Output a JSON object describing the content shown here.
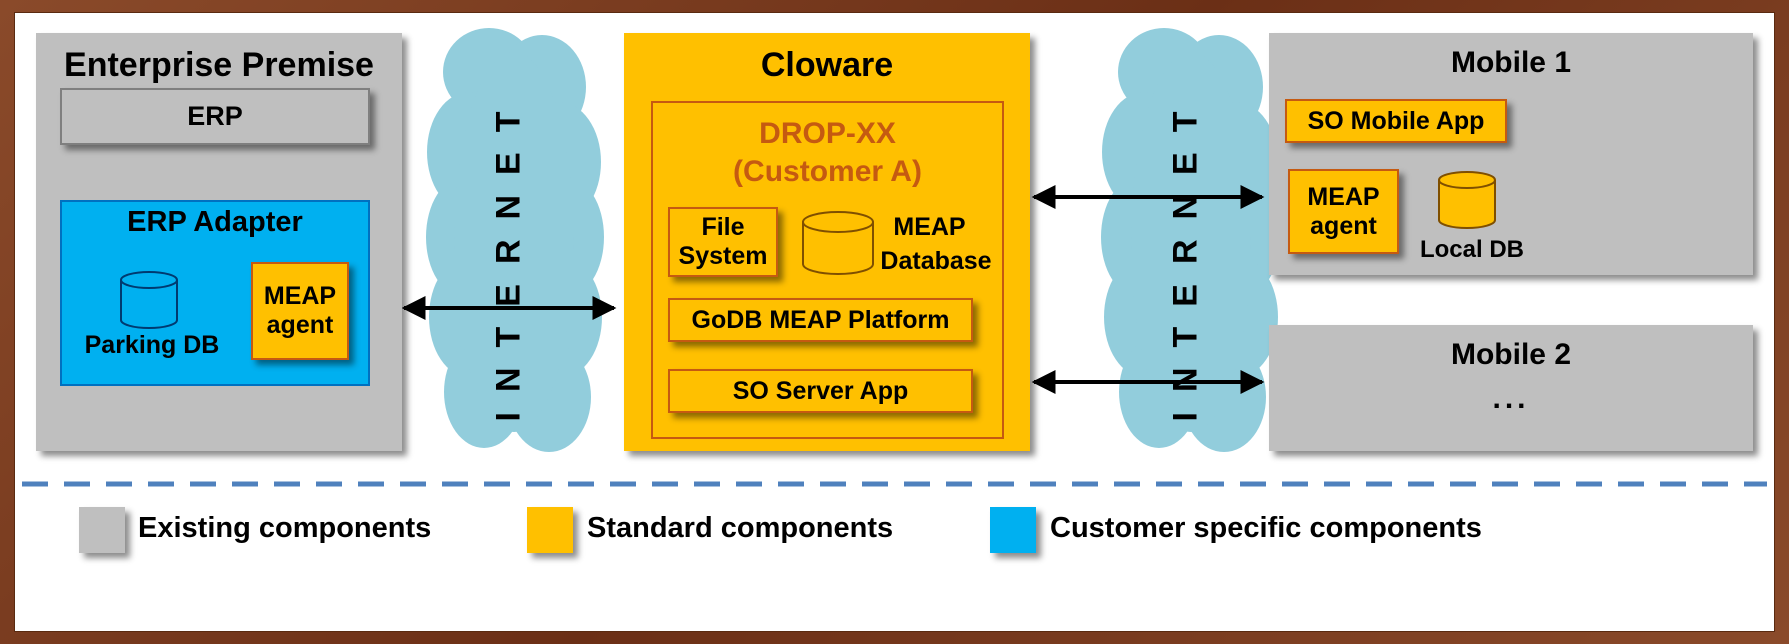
{
  "enterprise": {
    "title": "Enterprise Premise",
    "erp": "ERP",
    "adapter": {
      "title": "ERP Adapter",
      "parking_db": "Parking DB",
      "meap_agent_1": "MEAP",
      "meap_agent_2": "agent"
    }
  },
  "internet_left": "INTERNET",
  "internet_right": "INTERNET",
  "cloware": {
    "title": "Cloware",
    "drop_line1": "DROP-XX",
    "drop_line2": "(Customer A)",
    "file_system_1": "File",
    "file_system_2": "System",
    "meap_db_1": "MEAP",
    "meap_db_2": "Database",
    "platform": "GoDB MEAP Platform",
    "server_app": "SO Server App"
  },
  "mobile1": {
    "title": "Mobile 1",
    "app": "SO Mobile App",
    "meap_agent_1": "MEAP",
    "meap_agent_2": "agent",
    "local_db": "Local DB"
  },
  "mobile2": {
    "title": "Mobile 2",
    "ellipsis": "..."
  },
  "legend": [
    {
      "label": "Existing components",
      "color": "#bfbfbf"
    },
    {
      "label": "Standard components",
      "color": "#ffc000"
    },
    {
      "label": "Customer specific components",
      "color": "#00b0f0"
    }
  ],
  "colors": {
    "existing": "#bfbfbf",
    "standard": "#ffc000",
    "customer": "#00b0f0",
    "cloud": "#92cddc",
    "separator": "#4f81bd"
  }
}
